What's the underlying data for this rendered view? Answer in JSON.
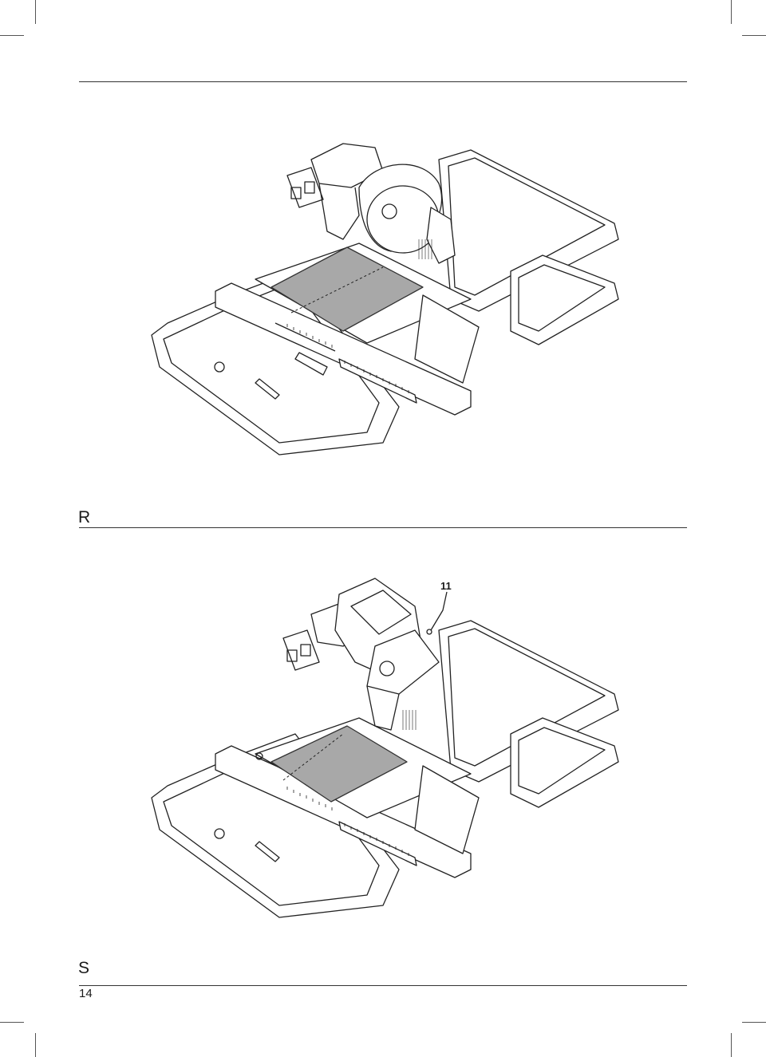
{
  "figures": [
    {
      "label": "R",
      "description_icon": "tile-saw-cutting-figure"
    },
    {
      "label": "S",
      "description_icon": "tile-saw-tilted-head-figure",
      "callouts": [
        "11"
      ]
    }
  ],
  "page": {
    "number": "14"
  }
}
